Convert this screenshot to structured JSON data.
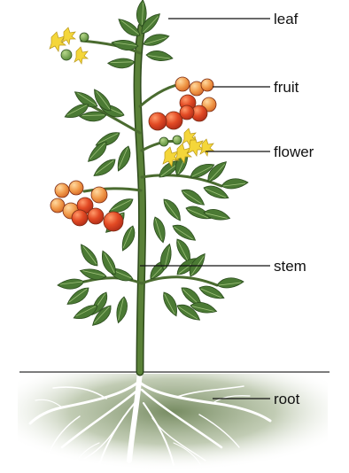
{
  "labels": {
    "leaf": "leaf",
    "fruit": "fruit",
    "flower": "flower",
    "stem": "stem",
    "root": "root"
  },
  "colors": {
    "leaf_dark": "#3f6e2e",
    "leaf_light": "#6f9a4a",
    "stem": "#4a6b2f",
    "fruit_red": "#e2522c",
    "fruit_orange": "#f0a24a",
    "flower_yellow": "#f4d63a",
    "root": "#ffffff",
    "soil": "#8fa27a",
    "pointer_line": "#111111"
  }
}
